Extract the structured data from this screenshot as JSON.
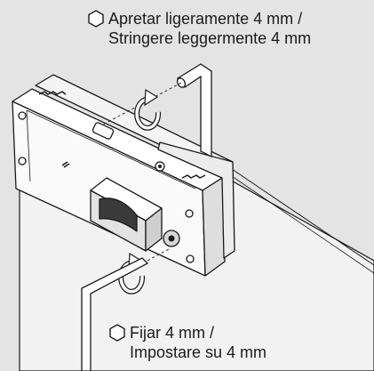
{
  "instructions": {
    "top": {
      "line1": "Apretar ligeramente 4 mm /",
      "line2": "Stringere leggermente 4 mm"
    },
    "bottom": {
      "line1": "Fijar 4 mm /",
      "line2": "Impostare su 4 mm"
    }
  },
  "icons": {
    "instruction_marker": "hex-key-icon",
    "tighten_arrow": "rotate-arrow-icon",
    "tool": "allen-key-icon"
  },
  "colors": {
    "background": "#e4e4e4",
    "line": "#1a1a1a",
    "glass": "#f2f2f2"
  }
}
